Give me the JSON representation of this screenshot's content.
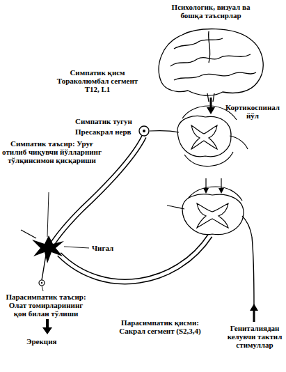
{
  "diagram": {
    "labels": [
      "Психологик, визуал ва бошқа таъсирлар",
      "Симпатик қисм Тораколюмбал сегмент T12, L1",
      "Кортикоспинал йўл",
      "Симпатик тугун",
      "Пресакрал нерв",
      "Симпатик таъсир: Уруғ отилиб чиқувчи йўлларнинг тўлқинсимон қисқариши",
      "Чигал",
      "Парасимпатик таъсир: Олат томирларининг қон билан тўлиши",
      "Эрекция",
      "Парасимпатик қисми: Сакрал сегмент (S2,3,4)",
      "Гениталиядан келувчи тактил стимуллар"
    ]
  }
}
